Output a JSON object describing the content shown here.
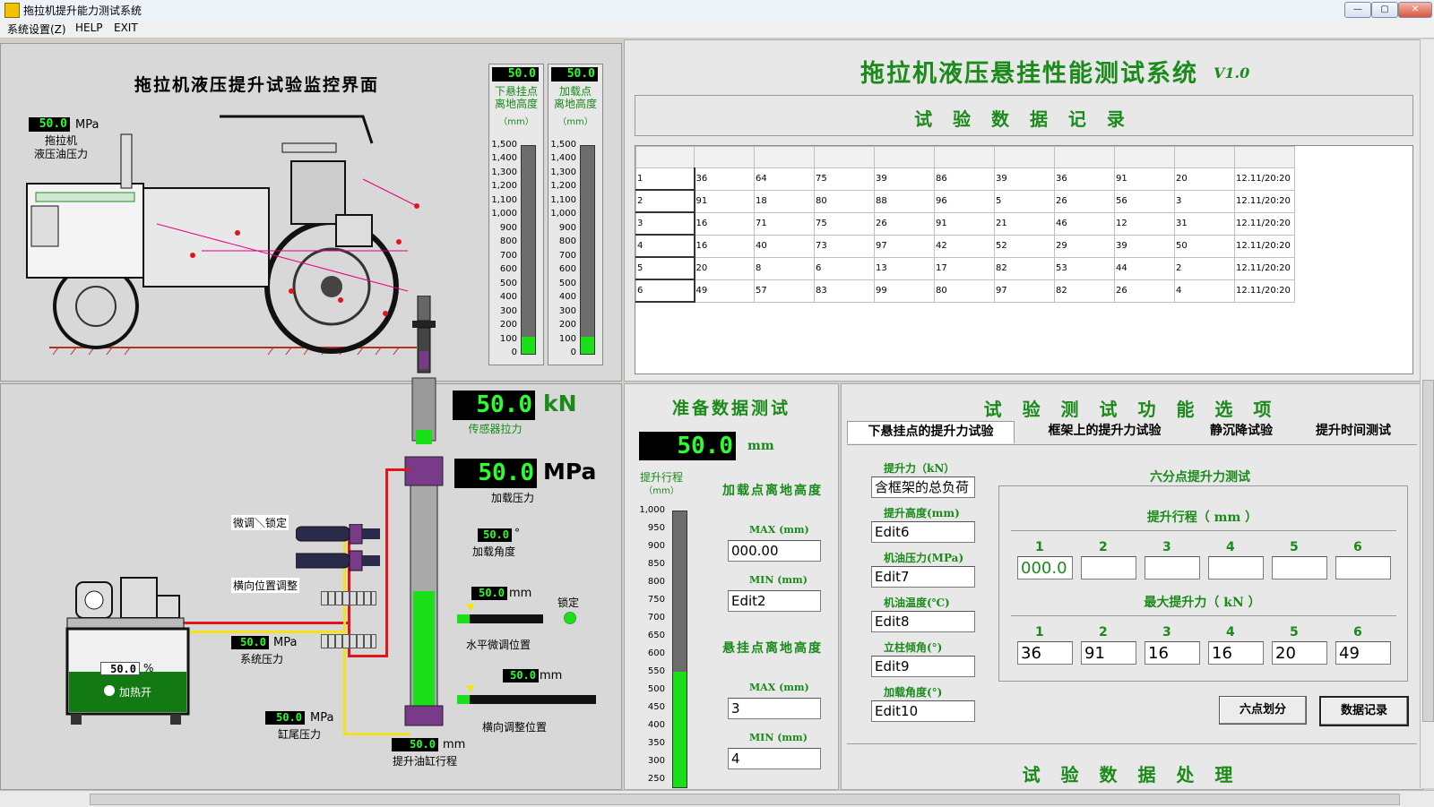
{
  "window": {
    "title": "拖拉机提升能力测试系统",
    "min": "—",
    "max": "▢",
    "close": "✕"
  },
  "menu": [
    "系统设置(Z)",
    "HELP",
    "EXIT"
  ],
  "left": {
    "monitor_title": "拖拉机液压提升试验监控界面",
    "oil_pressure": {
      "value": "50.0",
      "unit": "MPa",
      "label1": "拖拉机",
      "label2": "液压油压力"
    },
    "gauge_lower": {
      "value": "50.0",
      "label1": "下悬挂点",
      "label2": "离地高度",
      "unit": "（mm）"
    },
    "gauge_load": {
      "value": "50.0",
      "label1": "加载点",
      "label2": "离地高度",
      "unit": "（mm）"
    },
    "gauge_ticks": [
      "1,500",
      "1,400",
      "1,300",
      "1,200",
      "1,100",
      "1,000",
      "900",
      "800",
      "700",
      "600",
      "500",
      "400",
      "300",
      "200",
      "100",
      "0"
    ],
    "gauge_fill_fraction": 0.08,
    "sensor_force": {
      "value": "50.0",
      "unit": "kN",
      "label": "传感器拉力"
    },
    "load_pressure": {
      "value": "50.0",
      "unit": "MPa",
      "label": "加载压力"
    },
    "load_angle": {
      "value": "50.0",
      "unit": "°",
      "label": "加载角度"
    },
    "fine_tune": {
      "value": "50.0",
      "unit": "mm",
      "label": "水平微调位置",
      "lock": "锁定"
    },
    "lateral": {
      "value": "50.0",
      "unit": "mm",
      "label": "横向调整位置"
    },
    "valve_fine": "微调＼锁定",
    "valve_lateral": "横向位置调整",
    "system_pressure": {
      "value": "50.0",
      "unit": "MPa",
      "label": "系统压力"
    },
    "tank": {
      "value": "50.0",
      "unit": "%",
      "heater": "加热开"
    },
    "cylinder_tail": {
      "value": "50.0",
      "unit": "MPa",
      "label": "缸尾压力"
    },
    "cylinder_stroke": {
      "value": "50.0",
      "unit": "mm",
      "label": "提升油缸行程"
    }
  },
  "right": {
    "system_title": "拖拉机液压悬挂性能测试系统",
    "version": "V1.0",
    "record_title": "试 验 数 据 记 录",
    "table_rows": [
      [
        "1",
        "36",
        "64",
        "75",
        "39",
        "86",
        "39",
        "36",
        "91",
        "20",
        "12.11/20:20"
      ],
      [
        "2",
        "91",
        "18",
        "80",
        "88",
        "96",
        "5",
        "26",
        "56",
        "3",
        "12.11/20:20"
      ],
      [
        "3",
        "16",
        "71",
        "75",
        "26",
        "91",
        "21",
        "46",
        "12",
        "31",
        "12.11/20:20"
      ],
      [
        "4",
        "16",
        "40",
        "73",
        "97",
        "42",
        "52",
        "29",
        "39",
        "50",
        "12.11/20:20"
      ],
      [
        "5",
        "20",
        "8",
        "6",
        "13",
        "17",
        "82",
        "53",
        "44",
        "2",
        "12.11/20:20"
      ],
      [
        "6",
        "49",
        "57",
        "83",
        "99",
        "80",
        "97",
        "82",
        "26",
        "4",
        "12.11/20:20"
      ]
    ],
    "prepare": {
      "title": "准备数据测试",
      "value": "50.0",
      "unit": "mm",
      "stroke_label": "提升行程",
      "stroke_unit": "（mm）",
      "ticks": [
        "1,000",
        "950",
        "900",
        "850",
        "800",
        "750",
        "700",
        "650",
        "600",
        "550",
        "500",
        "450",
        "400",
        "350",
        "300",
        "250"
      ],
      "fill_fraction": 0.42,
      "load_height": "加载点离地高度",
      "max_label": "MAX (mm)",
      "min_label": "MIN (mm)",
      "load_max": "000.00",
      "load_min": "Edit2",
      "hitch_height": "悬挂点离地高度",
      "hitch_max": "3",
      "hitch_min": "4"
    },
    "functions": {
      "title": "试 验 测 试 功 能 选 项",
      "tabs": [
        "下悬挂点的提升力试验",
        "框架上的提升力试验",
        "静沉降试验",
        "提升时间测试"
      ],
      "fields": [
        {
          "label": "提升力（kN）",
          "value": "含框架的总负荷"
        },
        {
          "label": "提升高度(mm)",
          "value": "Edit6"
        },
        {
          "label": "机油压力(MPa)",
          "value": "Edit7"
        },
        {
          "label": "机油温度(℃)",
          "value": "Edit8"
        },
        {
          "label": "立柱倾角(°)",
          "value": "Edit9"
        },
        {
          "label": "加载角度(°)",
          "value": "Edit10"
        }
      ],
      "six_point_title": "六分点提升力测试",
      "stroke_title": "提升行程（ mm ）",
      "max_force_title": "最大提升力（ kN ）",
      "col_nums": [
        "1",
        "2",
        "3",
        "4",
        "5",
        "6"
      ],
      "stroke_values": [
        "000.0",
        "",
        "",
        "",
        "",
        ""
      ],
      "force_values": [
        "36",
        "91",
        "16",
        "16",
        "20",
        "49"
      ],
      "btn_divide": "六点划分",
      "btn_record": "数据记录"
    },
    "process_title": "试 验 数 据 处 理"
  }
}
